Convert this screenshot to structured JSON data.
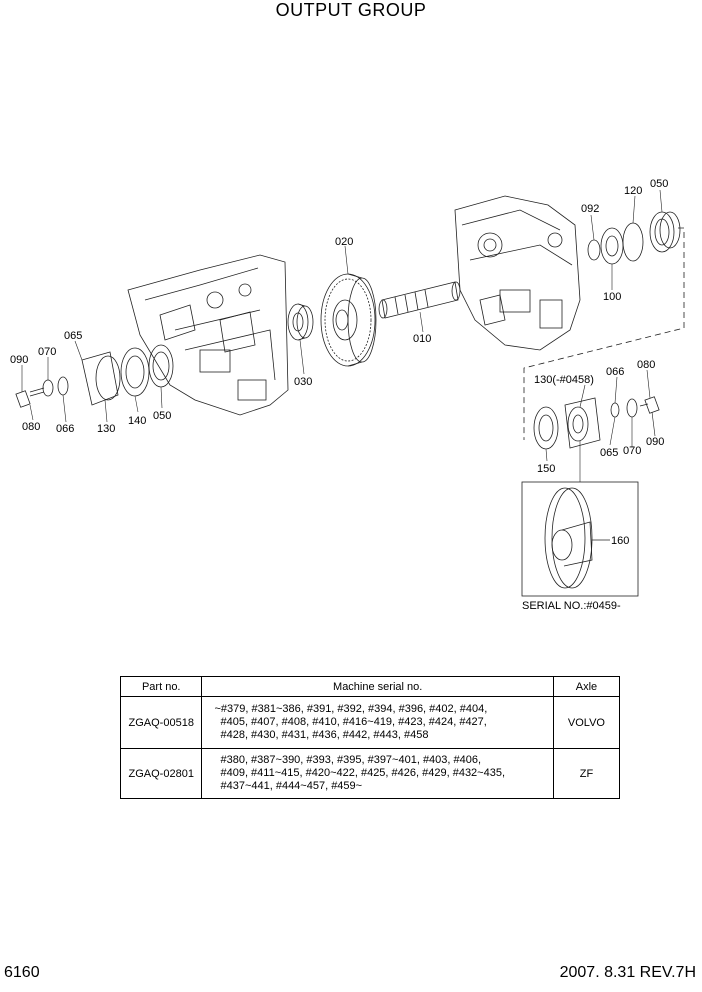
{
  "title": "OUTPUT GROUP",
  "callouts": {
    "c090a": "090",
    "c070a": "070",
    "c065a": "065",
    "c080a": "080",
    "c066a": "066",
    "c130a": "130",
    "c140": "140",
    "c050a": "050",
    "c030": "030",
    "c020": "020",
    "c010": "010",
    "c092": "092",
    "c120": "120",
    "c050b": "050",
    "c100": "100",
    "c130b": "130(-#0458)",
    "c066b": "066",
    "c080b": "080",
    "c065b": "065",
    "c070b": "070",
    "c090b": "090",
    "c150": "150",
    "c160": "160"
  },
  "serial_note": "SERIAL NO.:#0459-",
  "table": {
    "headers": [
      "Part no.",
      "Machine serial no.",
      "Axle"
    ],
    "rows": [
      {
        "part": "ZGAQ-00518",
        "serial_lines": [
          "~#379, #381~386, #391, #392, #394, #396, #402, #404,",
          "#405, #407, #408, #410, #416~419, #423, #424, #427,",
          "#428, #430, #431, #436, #442, #443, #458"
        ],
        "axle": "VOLVO"
      },
      {
        "part": "ZGAQ-02801",
        "serial_lines": [
          "#380, #387~390, #393, #395, #397~401, #403, #406,",
          "#409, #411~415, #420~422, #425, #426, #429, #432~435,",
          "#437~441, #444~457, #459~"
        ],
        "axle": "ZF"
      }
    ]
  },
  "footer": {
    "page": "6160",
    "date_rev": "2007. 8.31  REV.7H"
  }
}
